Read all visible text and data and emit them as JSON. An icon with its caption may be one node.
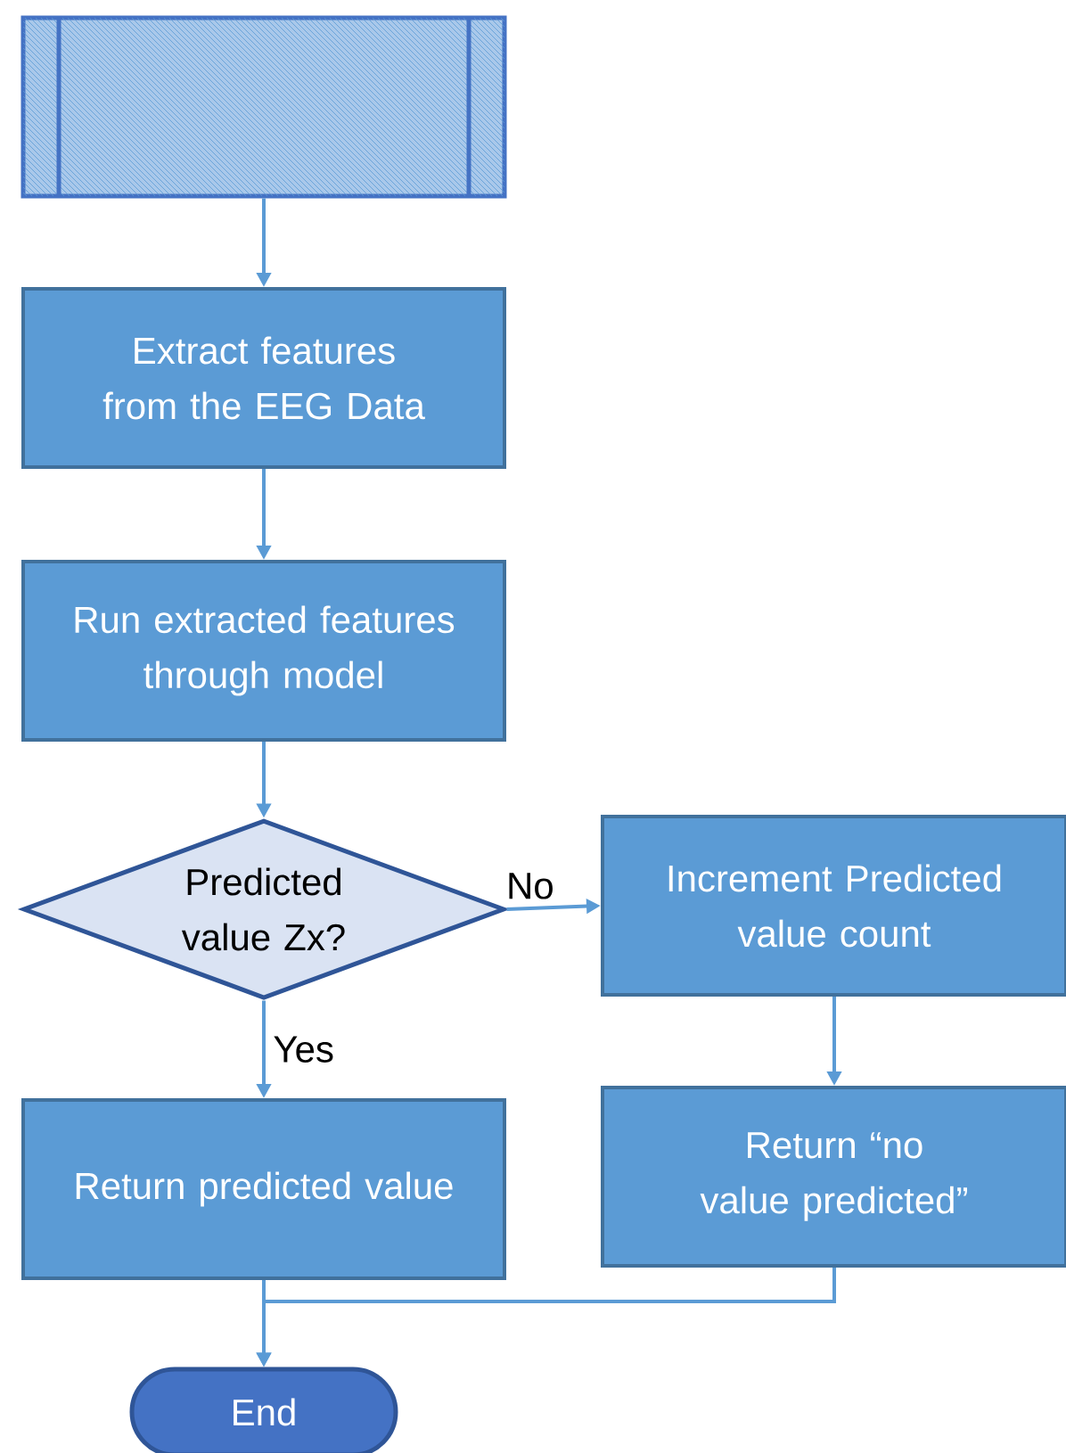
{
  "diagram": {
    "nodes": [
      {
        "text": [],
        "shape": "box"
      },
      {
        "text": [
          "Extract features from the EEG Data"
        ]
      },
      {
        "text": [
          "Run extracted features through model"
        ]
      },
      {
        "text": [
          "Predicted value Zx?"
        ]
      },
      {
        "text": [
          "Increment Predicted value count"
        ]
      },
      {
        "text": [
          "Return predicted value"
        ]
      },
      {
        "text": [
          "Return “no value predicted”"
        ]
      },
      {
        "text": [
          "End"
        ]
      }
    ],
    "edges": [
      {
        "from": 0,
        "to": 1,
        "arrow": "to"
      },
      {
        "from": 1,
        "to": 2,
        "arrow": "to"
      },
      {
        "from": 2,
        "to": 3,
        "arrow": "to"
      },
      {
        "from": 3,
        "to": 4,
        "arrow": "to",
        "label": "No"
      },
      {
        "from": 3,
        "to": 5,
        "arrow": "to",
        "label": "Yes"
      },
      {
        "from": 4,
        "to": 6,
        "arrow": "to"
      },
      {
        "from": 5,
        "to": 7,
        "arrow": "to"
      },
      {
        "from": 6,
        "to": 7,
        "arrow": "to"
      }
    ]
  }
}
